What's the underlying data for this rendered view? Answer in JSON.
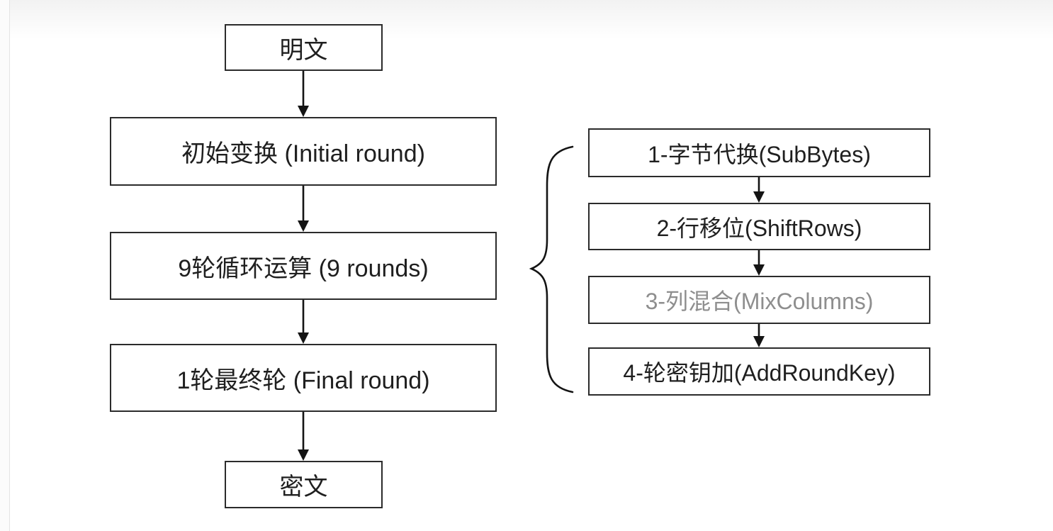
{
  "colors": {
    "text": "#1f1f1f",
    "muted_text": "#8e8e8e",
    "box_border": "#2b2b2b",
    "connector_line": "#141414",
    "background": "#ffffff"
  },
  "flowchart": {
    "main_nodes": [
      {
        "id": "plaintext",
        "label": "明文"
      },
      {
        "id": "initial-round",
        "label": "初始变换 (Initial round)"
      },
      {
        "id": "nine-rounds",
        "label": "9轮循环运算 (9 rounds)"
      },
      {
        "id": "final-round",
        "label": "1轮最终轮 (Final round)"
      },
      {
        "id": "ciphertext",
        "label": "密文"
      }
    ],
    "round_steps": [
      {
        "id": "subbytes",
        "label": "1-字节代换(SubBytes)",
        "muted": false
      },
      {
        "id": "shiftrows",
        "label": "2-行移位(ShiftRows)",
        "muted": false
      },
      {
        "id": "mixcolumns",
        "label": "3-列混合(MixColumns)",
        "muted": true
      },
      {
        "id": "addroundkey",
        "label": "4-轮密钥加(AddRoundKey)",
        "muted": false
      }
    ]
  }
}
